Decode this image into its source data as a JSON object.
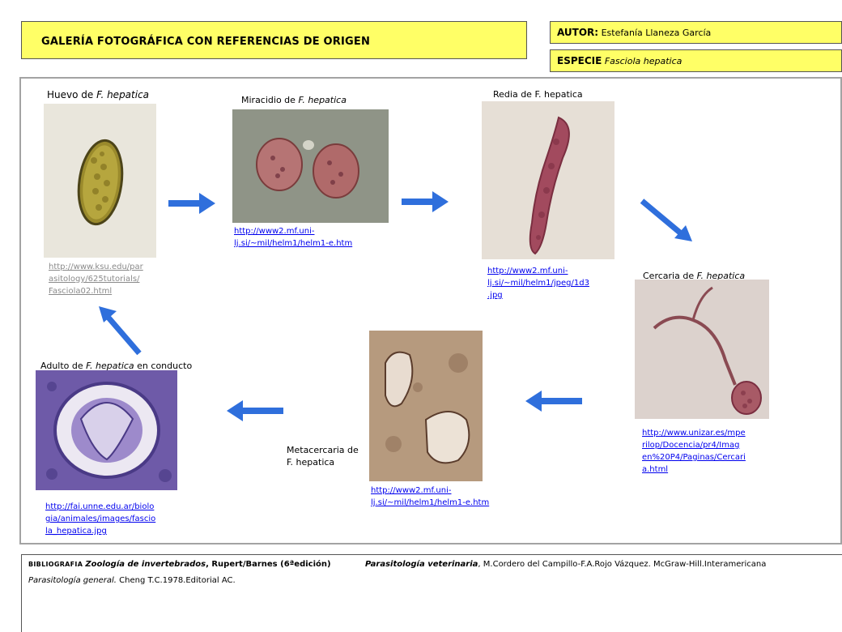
{
  "header": {
    "title": "GALERÍA FOTOGRÁFICA CON REFERENCIAS DE ORIGEN",
    "author_label": "AUTOR:",
    "author_name": "Estefanía Llaneza García",
    "species_label": "ESPECIE",
    "species_name": "Fasciola hepatica"
  },
  "stages": {
    "huevo": {
      "label_pre": "Huevo de ",
      "label_italic": "F. hepatica",
      "url": "http://www.ksu.edu/parasitology/625tutorials/Fasciola02.html",
      "url_display": "http://www.ksu.edu/par\nasitology/625tutorials/\nFasciola02.html"
    },
    "miracidio": {
      "label_pre": "Miracidio de ",
      "label_italic": "F. hepatica",
      "url": "http://www2.mf.uni-lj.si/~mil/helm1/helm1-e.htm",
      "url_display": "http://www2.mf.uni-\nlj.si/~mil/helm1/helm1-e.htm"
    },
    "redia": {
      "label": "Redia de F. hepatica",
      "url": "http://www2.mf.uni-lj.si/~mil/helm1/jpeg/1d3.jpg",
      "url_display": "http://www2.mf.uni-\nlj.si/~mil/helm1/jpeg/1d3\n.jpg"
    },
    "cercaria": {
      "label_pre": "Cercaria de ",
      "label_italic": "F. hepatica",
      "url": "http://www.unizar.es/mperilop/Docencia/pr4/Imagen%20P4/Paginas/Cercaria.html",
      "url_display": "http://www.unizar.es/mpe\nrilop/Docencia/pr4/Imag\nen%20P4/Paginas/Cercari\na.html"
    },
    "metacercaria": {
      "label": "Metacercaria de\nF. hepatica",
      "url": "http://www2.mf.uni-lj.si/~mil/helm1/helm1-e.htm",
      "url_display": "http://www2.mf.uni-\nlj.si/~mil/helm1/helm1-e.htm"
    },
    "adulto": {
      "label_pre": "Adulto de ",
      "label_italic": "F. hepatica",
      "label_post": " en conducto\nbiliar",
      "url": "http://fai.unne.edu.ar/biologia/animales/images/fasciola_hepatica.jpg",
      "url_display": "http://fai.unne.edu.ar/biolo\ngia/animales/images/fascio\nla_hepatica.jpg"
    }
  },
  "bibliography": {
    "label": "BIBLIOGRAFIA",
    "ref1_title": "Zoología de invertebrados",
    "ref1_rest": ", Rupert/Barnes (6ªedición)",
    "ref2_title": "Parasitología veterinaria",
    "ref2_rest": ", M.Cordero del Campillo-F.A.Rojo  Vázquez. McGraw-Hill.Interamericana",
    "ref3_title": "Parasitología general.",
    "ref3_rest": " Cheng T.C.1978.Editorial  AC."
  },
  "colors": {
    "title_bg": "#ffff66",
    "arrow": "#2f6fdc",
    "panel_border": "#a3a3a3"
  }
}
